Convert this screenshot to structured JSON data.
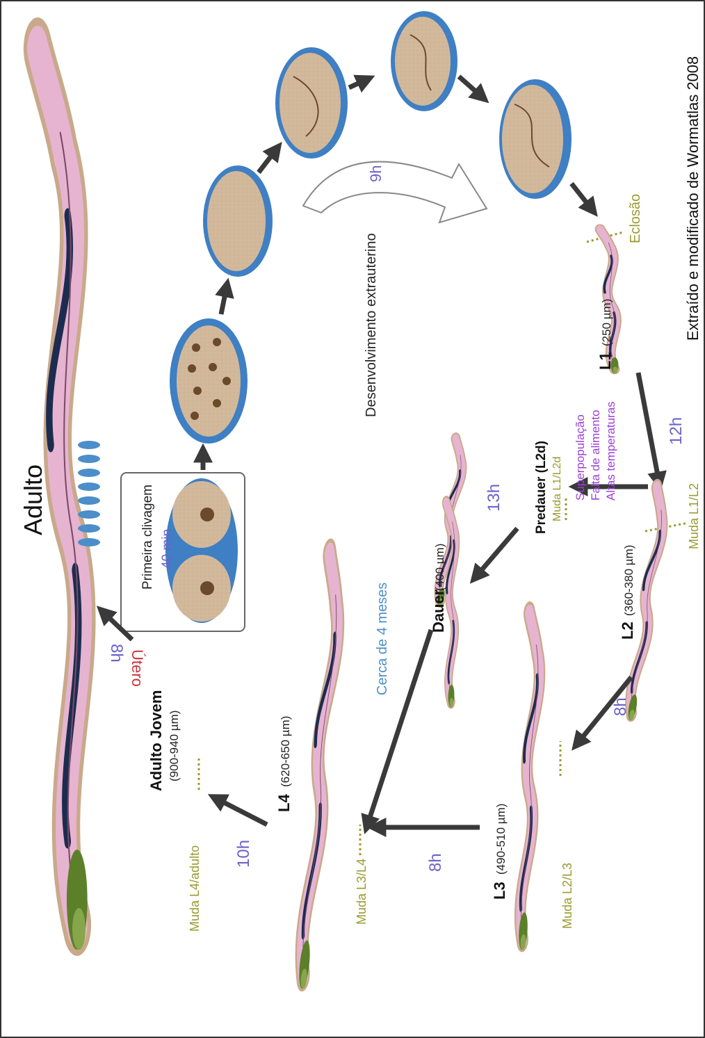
{
  "credit": "Extraído e modificado de Wormatlas 2008",
  "colors": {
    "eggFill": "#d2b89a",
    "eggShell": "#3f7fc3",
    "wormPink": "#e6b4d0",
    "wormDark": "#1c2c4f",
    "wormHead": "#5c7f2a",
    "arrow": "#3a3a3a",
    "timeLabel": "#6b62c8",
    "moltLabel": "#9a9a2f",
    "stressLabel": "#9b3fd6",
    "uteroLabel": "#c8343a",
    "dauerTime": "#4b8ec9"
  },
  "stages": {
    "adulto": "Adulto",
    "adulto_jovem": {
      "name": "Adulto Jovem",
      "size": "(900-940 µm)"
    },
    "l4": {
      "name": "L4",
      "size": "(620-650 µm)"
    },
    "l3": {
      "name": "L3",
      "size": "(490-510 µm)"
    },
    "l2": {
      "name": "L2",
      "size": "(360-380 µm)"
    },
    "l1": {
      "name": "L1",
      "size": "(250 µm)"
    },
    "dauer": {
      "name": "Dauer",
      "size": "(400 µm)"
    },
    "predauer": {
      "name": "Predauer (L2d)"
    }
  },
  "uterus": {
    "label": "Útero",
    "box_title": "Primeira clivagem",
    "box_time": "40 min"
  },
  "extrauterine": {
    "label": "Desenvolvimento extrauterino",
    "time": "9h"
  },
  "times": {
    "jovem_to_adult": "8h",
    "l4_to_jovem": "10h",
    "l3_to_l4": "8h",
    "l2_to_l3": "8h",
    "l1_to_l2": "12h",
    "predauer_to_dauer": "13h",
    "dauer_to_l4": "Cerca de 4 meses"
  },
  "molts": {
    "l4_adulto": "Muda L4/adulto",
    "l3_l4": "Muda L3/L4",
    "l2_l3": "Muda L2/L3",
    "l1_l2": "Muda L1/L2",
    "l1_l2d": "Muda L1/L2d",
    "eclosao": "Eclosão"
  },
  "conditions": [
    "Superpopulação",
    "Falta de alimento",
    "Altas temperaturas"
  ]
}
